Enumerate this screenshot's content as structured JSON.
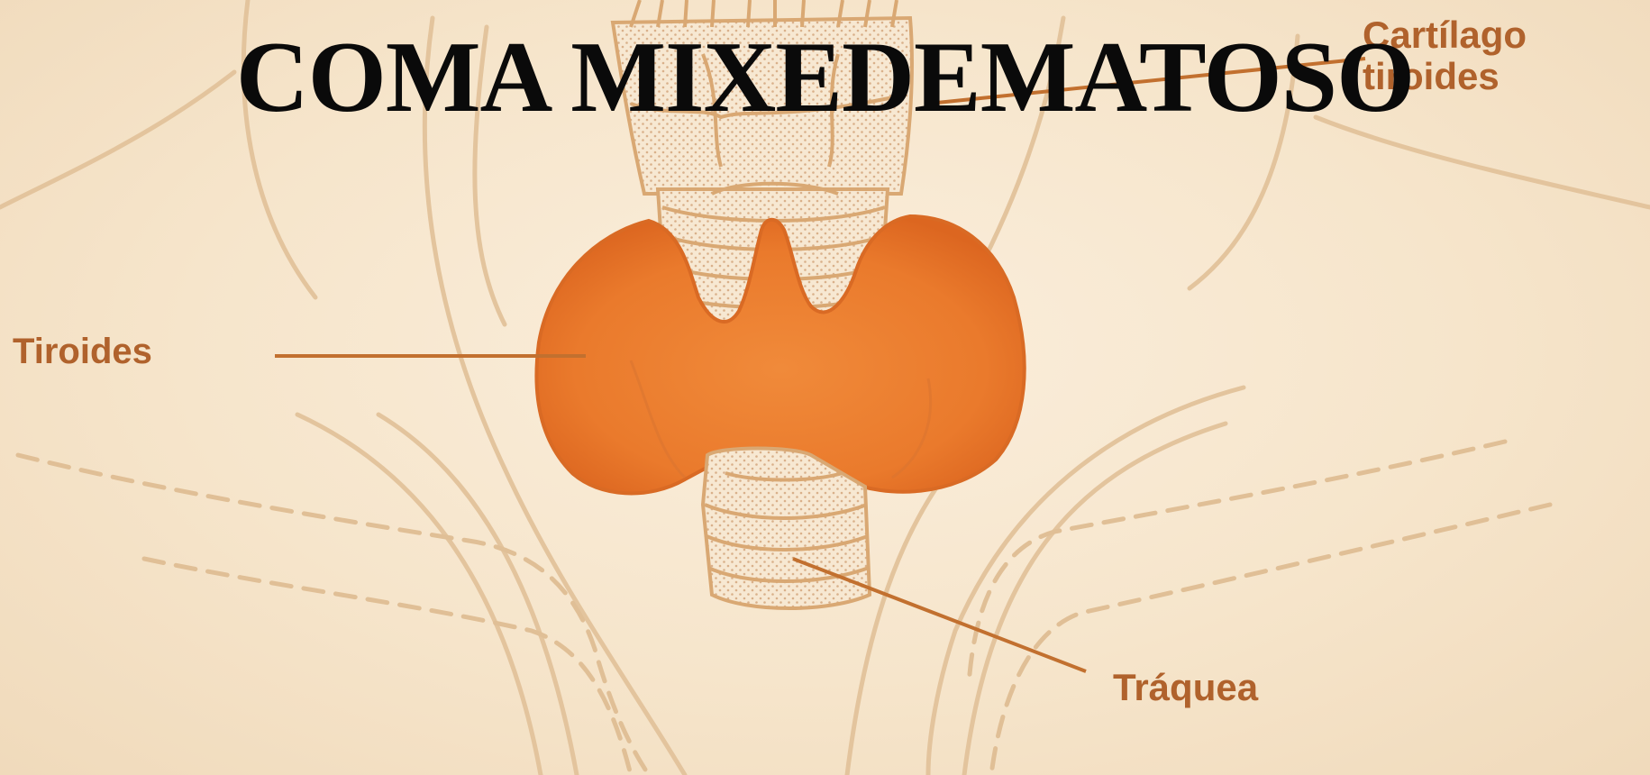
{
  "title": "COMA MIXEDEMATOSO",
  "labels": {
    "cartilago_line1": "Cartílago",
    "cartilago_line2": "tiroides",
    "tiroides": "Tiroides",
    "traquea": "Tráquea"
  },
  "colors": {
    "background": "#f6e6cc",
    "thyroid": "#e8762a",
    "label": "#b0622c",
    "outline": "#d9a873",
    "title": "#0a0a0a"
  }
}
